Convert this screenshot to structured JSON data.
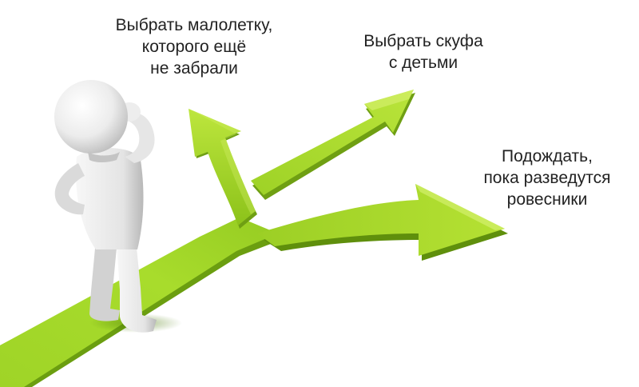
{
  "captions": {
    "left": {
      "line1": "Выбрать малолетку,",
      "line2": "которого ещё",
      "line3": "не забрали"
    },
    "top_right": {
      "line1": "Выбрать скуфа",
      "line2": "с детьми"
    },
    "right": {
      "line1": "Подождать,",
      "line2": "пока разведутся",
      "line3": "ровесники"
    }
  },
  "colors": {
    "arrow_light": "#b5e233",
    "arrow_mid": "#8cc21a",
    "arrow_dark": "#5e8f0c",
    "figure_light": "#f4f4f4",
    "figure_shade": "#c9c9c9",
    "text": "#222222"
  },
  "icons": {
    "figure": "thinking-person-figure",
    "arrows": "three-way-branching-arrow"
  }
}
